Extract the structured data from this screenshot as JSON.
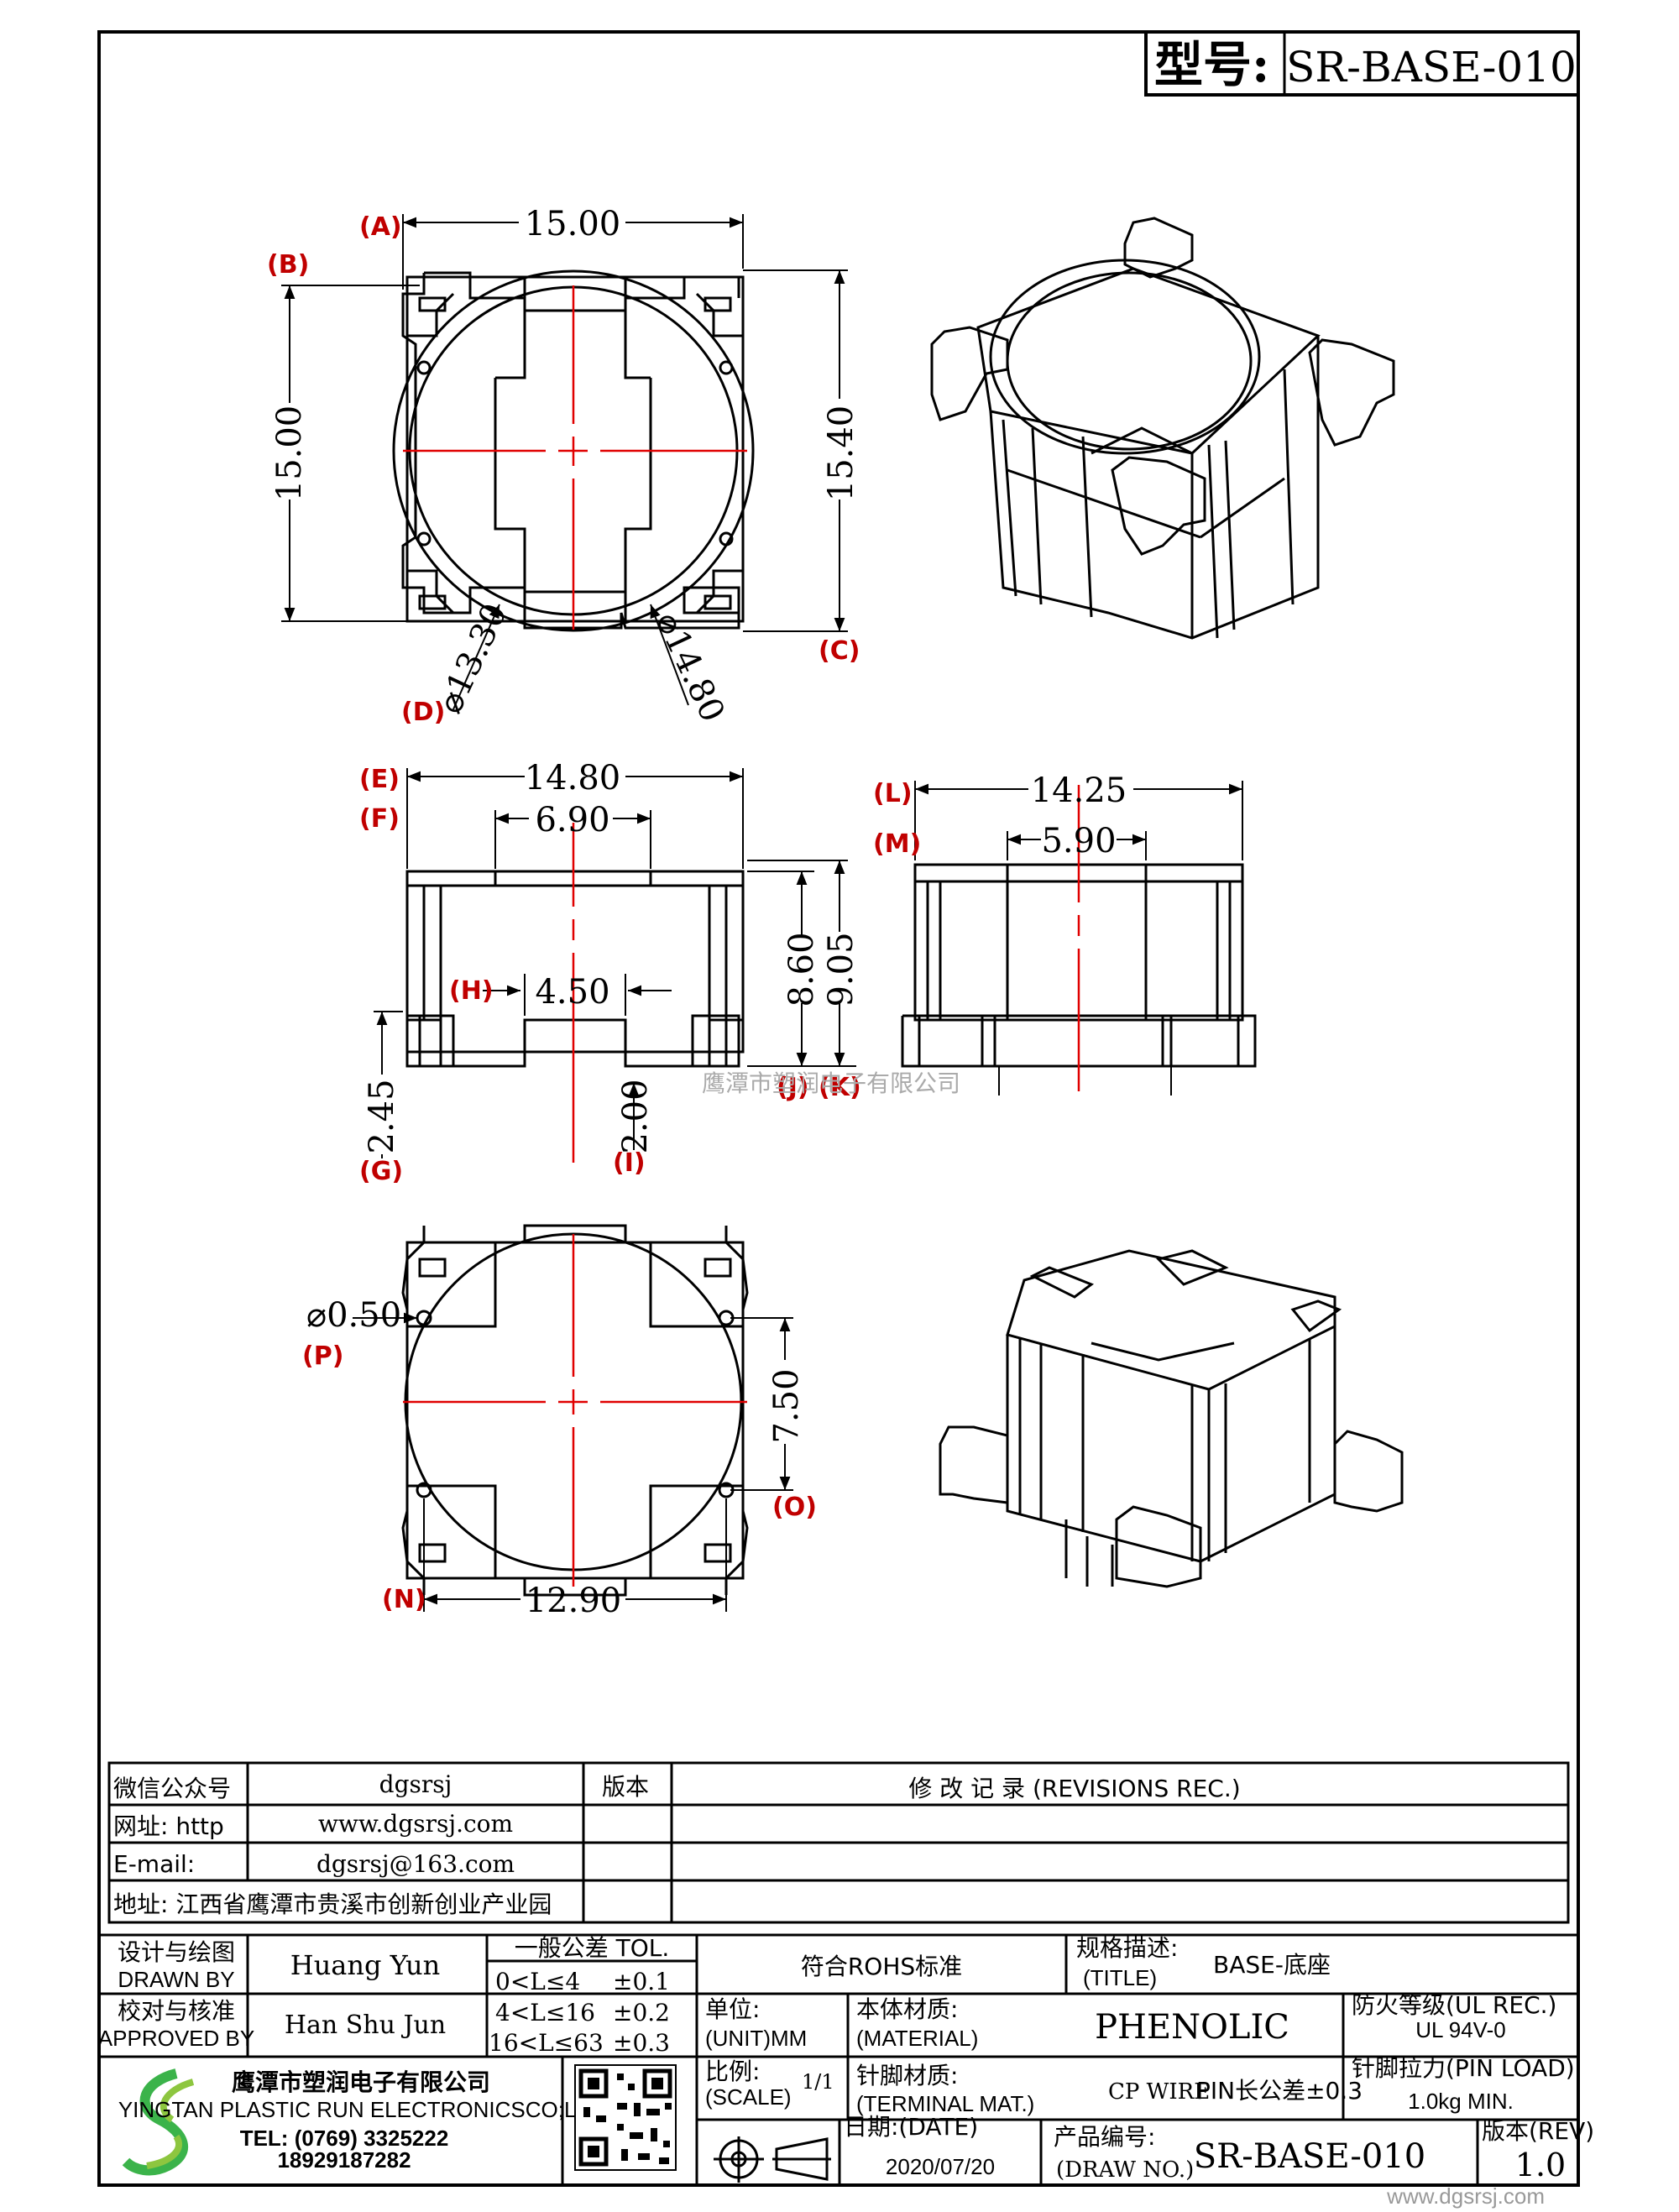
{
  "header": {
    "model_label": "型号:",
    "model_value": "SR-BASE-010"
  },
  "top_view": {
    "dim_a": "15.00",
    "dim_b": "15.00",
    "dim_c": "15.40",
    "dim_d": "⌀13.30",
    "dim_d2": "⌀14.80",
    "labels": {
      "A": "(A)",
      "B": "(B)",
      "C": "(C)",
      "D": "(D)"
    }
  },
  "front_view": {
    "dim_e": "14.80",
    "dim_f": "6.90",
    "dim_h": "4.50",
    "dim_j": "8.60",
    "dim_k": "9.05",
    "dim_g": "2.45",
    "dim_i": "2.00",
    "labels": {
      "E": "(E)",
      "F": "(F)",
      "G": "(G)",
      "H": "(H)",
      "I": "(I)",
      "J": "(J)",
      "K": "(K)"
    }
  },
  "side_view": {
    "dim_l": "14.25",
    "dim_m": "5.90",
    "labels": {
      "L": "(L)",
      "M": "(M)"
    }
  },
  "bottom_view": {
    "dim_p": "⌀0.50",
    "dim_o": "7.50",
    "dim_n": "12.90",
    "labels": {
      "P": "(P)",
      "O": "(O)",
      "N": "(N)"
    }
  },
  "watermark": "鹰潭市塑润电子有限公司",
  "info_table": {
    "wechat_label": "微信公众号",
    "wechat_value": "dgsrsj",
    "web_label": "网址: http",
    "web_value": "www.dgsrsj.com",
    "email_label": "E-mail:",
    "email_value": "dgsrsj@163.com",
    "address": "地址: 江西省鹰潭市贵溪市创新创业产业园",
    "version_label": "版本",
    "revisions_label": "修 改 记 录  (REVISIONS REC.)"
  },
  "title_block": {
    "design_cn": "设计与绘图",
    "design_en": "DRAWN BY",
    "designer": "Huang Yun",
    "check_cn": "校对与核准",
    "check_en": "APPROVED BY",
    "checker": "Han Shu Jun",
    "tol_title": "一般公差 TOL.",
    "tol_rows": [
      {
        "range": "0<L≤4",
        "tol": "±0.1"
      },
      {
        "range": "4<L≤16",
        "tol": "±0.2"
      },
      {
        "range": "16<L≤63",
        "tol": "±0.3"
      }
    ],
    "rohs": "符合ROHS标准",
    "title_cn": "规格描述:",
    "title_en": "(TITLE)",
    "title_value": "BASE-底座",
    "unit_cn": "单位:",
    "unit_en": "(UNIT)MM",
    "material_cn": "本体材质:",
    "material_en": "(MATERIAL)",
    "material_value": "PHENOLIC",
    "fire_cn": "防火等级(UL REC.)",
    "fire_value": "UL 94V-0",
    "scale_cn": "比例:",
    "scale_en": "(SCALE)",
    "scale_value": "1/1",
    "terminal_cn": "针脚材质:",
    "terminal_en": "(TERMINAL MAT.)",
    "terminal_value": "CP WIRE",
    "pin_tol": "PIN长公差±0.3",
    "pin_load_cn": "针脚拉力(PIN LOAD)",
    "pin_load_value": "1.0kg MIN.",
    "date_cn": "日期:(DATE)",
    "date_value": "2020/07/20",
    "drawno_cn": "产品编号:",
    "drawno_en": "(DRAW NO.)",
    "drawno_value": "SR-BASE-010",
    "rev_cn": "版本(REV)",
    "rev_value": "1.0",
    "company_cn": "鹰潭市塑润电子有限公司",
    "company_en": "YINGTAN PLASTIC RUN ELECTRONICSCO;LTD",
    "tel": "TEL: (0769) 3325222",
    "mobile": "18929187282",
    "site_mark": "www.dgsrsj.com"
  }
}
